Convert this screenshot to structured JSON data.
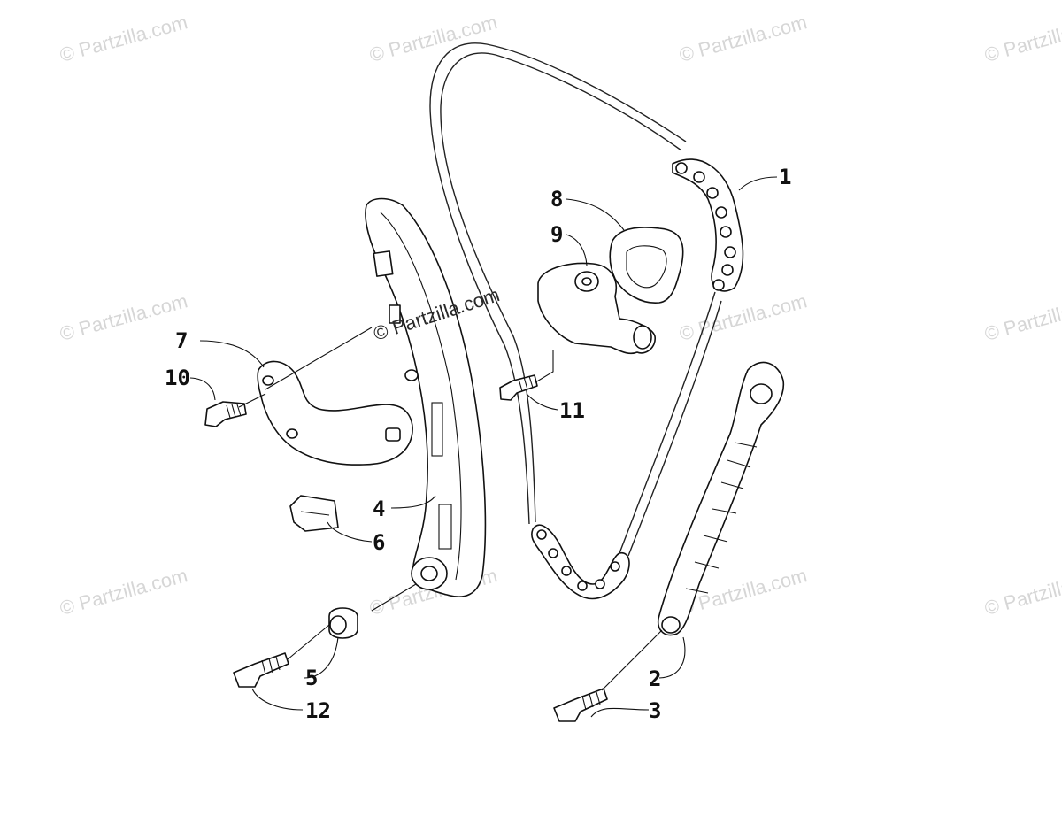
{
  "watermark": {
    "text": "© Partzilla.com",
    "center_text": "© Partzilla.com"
  },
  "callouts": [
    {
      "id": "1",
      "label": "1"
    },
    {
      "id": "2",
      "label": "2"
    },
    {
      "id": "3",
      "label": "3"
    },
    {
      "id": "4",
      "label": "4"
    },
    {
      "id": "5",
      "label": "5"
    },
    {
      "id": "6",
      "label": "6"
    },
    {
      "id": "7",
      "label": "7"
    },
    {
      "id": "8",
      "label": "8"
    },
    {
      "id": "9",
      "label": "9"
    },
    {
      "id": "10",
      "label": "10"
    },
    {
      "id": "11",
      "label": "11"
    },
    {
      "id": "12",
      "label": "12"
    }
  ]
}
